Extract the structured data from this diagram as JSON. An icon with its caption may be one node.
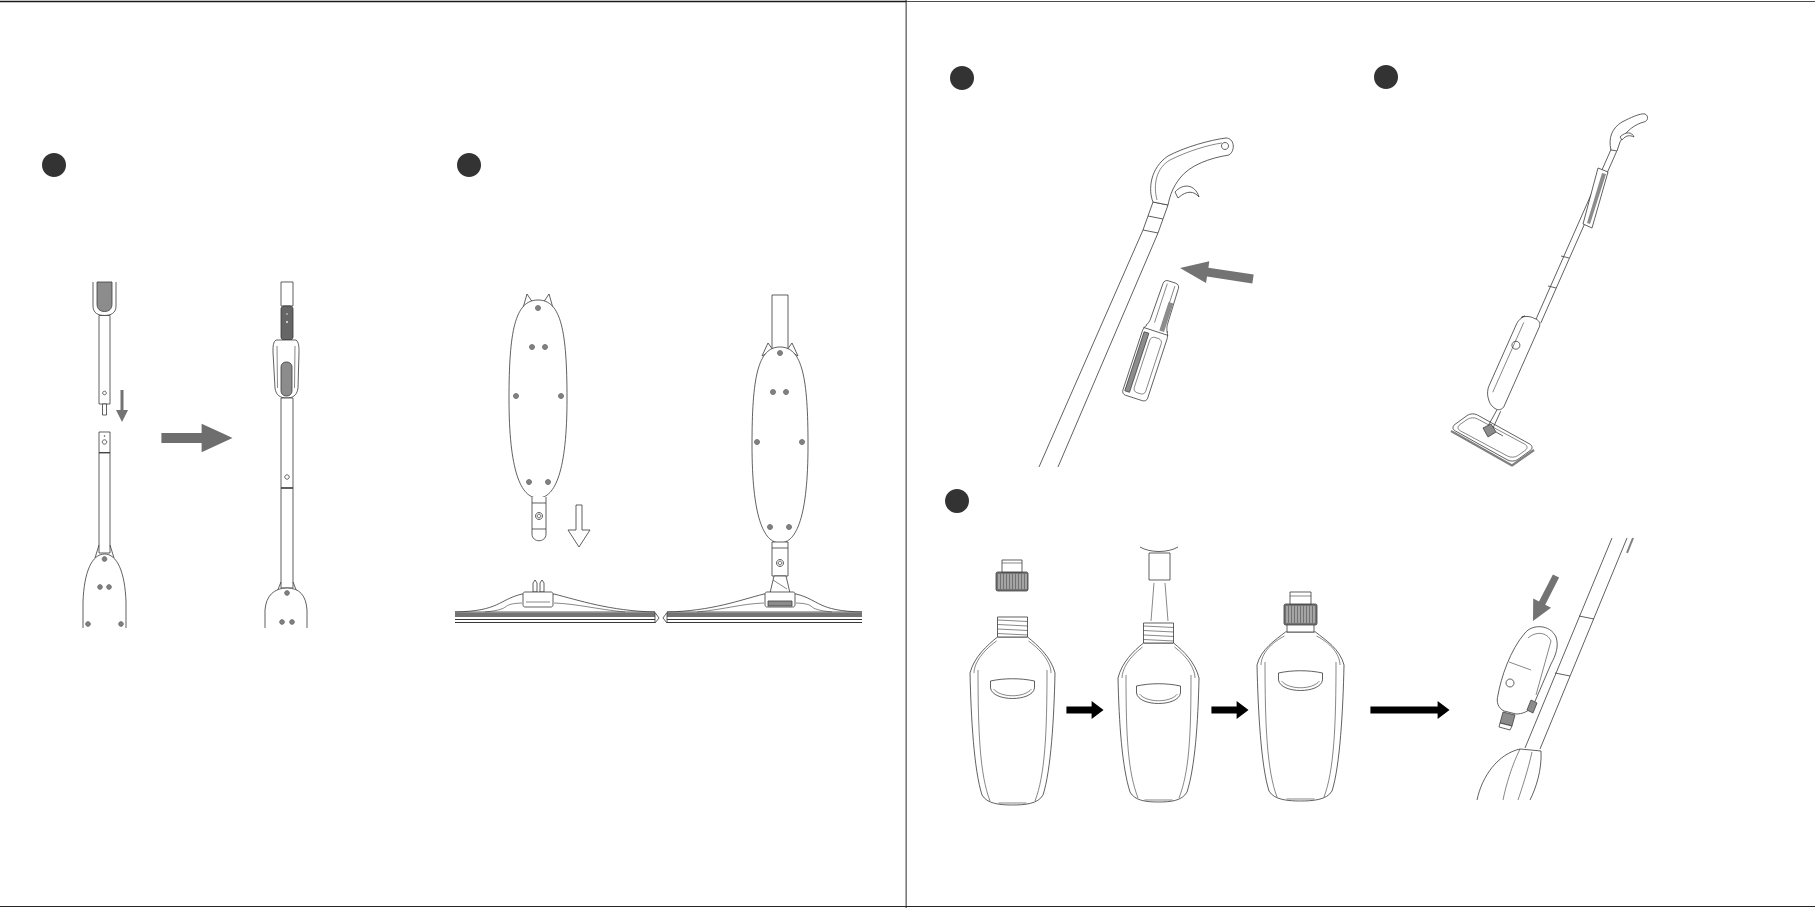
{
  "diagram": {
    "nodes": [
      {
        "text": [],
        "shape": "picture"
      },
      {
        "text": [],
        "shape": "picture"
      },
      {
        "text": [],
        "shape": "picture"
      },
      {
        "text": [],
        "shape": "picture"
      },
      {
        "text": [],
        "shape": "picture"
      },
      {
        "text": [],
        "shape": "picture"
      }
    ],
    "edges": [
      {
        "from": 0,
        "to": 1,
        "arrow": "to",
        "color": "#6e6e6e"
      },
      {
        "from": 2,
        "to": 3,
        "arrow": "to"
      },
      {
        "from": 3,
        "to": 4,
        "arrow": "to"
      },
      {
        "from": 4,
        "to": 5,
        "arrow": "to"
      }
    ]
  }
}
